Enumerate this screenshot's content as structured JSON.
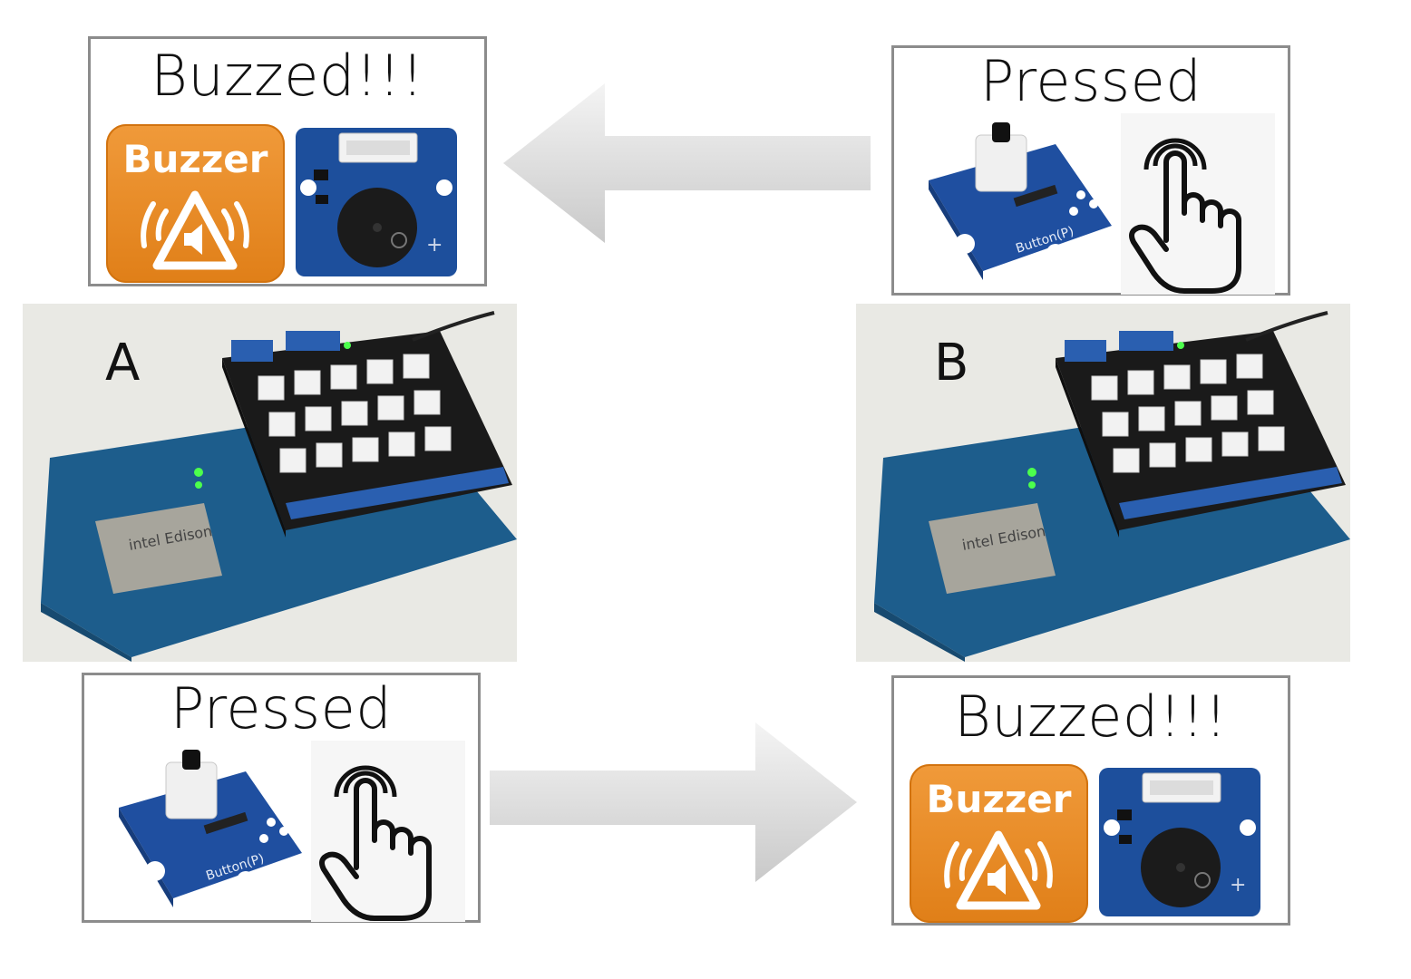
{
  "panels": {
    "top_left": {
      "title": "Buzzed!!!",
      "tile_label": "Buzzer"
    },
    "top_right": {
      "title": "Pressed"
    },
    "bottom_left": {
      "title": "Pressed"
    },
    "bottom_right": {
      "title": "Buzzed!!!",
      "tile_label": "Buzzer"
    }
  },
  "boards": {
    "a": {
      "label": "A"
    },
    "b": {
      "label": "B"
    }
  },
  "colors": {
    "panel_border": "#8c8c8c",
    "buzzer_orange": "#e8881f",
    "grove_blue": "#1f4fa0",
    "pcb_blue": "#1d5d8c",
    "arrow_gray": "#d9d9d9"
  }
}
